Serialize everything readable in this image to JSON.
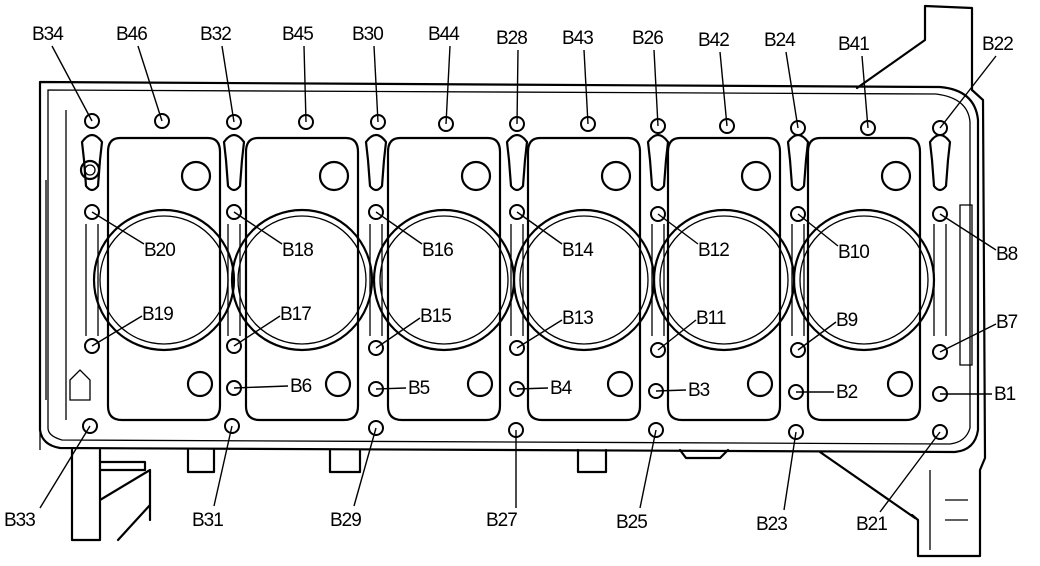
{
  "labels": {
    "B1": "B1",
    "B2": "B2",
    "B3": "B3",
    "B4": "B4",
    "B5": "B5",
    "B6": "B6",
    "B7": "B7",
    "B8": "B8",
    "B9": "B9",
    "B10": "B10",
    "B11": "B11",
    "B12": "B12",
    "B13": "B13",
    "B14": "B14",
    "B15": "B15",
    "B16": "B16",
    "B17": "B17",
    "B18": "B18",
    "B19": "B19",
    "B20": "B20",
    "B21": "B21",
    "B22": "B22",
    "B23": "B23",
    "B24": "B24",
    "B25": "B25",
    "B26": "B26",
    "B27": "B27",
    "B28": "B28",
    "B29": "B29",
    "B30": "B30",
    "B31": "B31",
    "B32": "B32",
    "B33": "B33",
    "B34": "B34",
    "B41": "B41",
    "B42": "B42",
    "B43": "B43",
    "B44": "B44",
    "B45": "B45",
    "B46": "B46"
  }
}
